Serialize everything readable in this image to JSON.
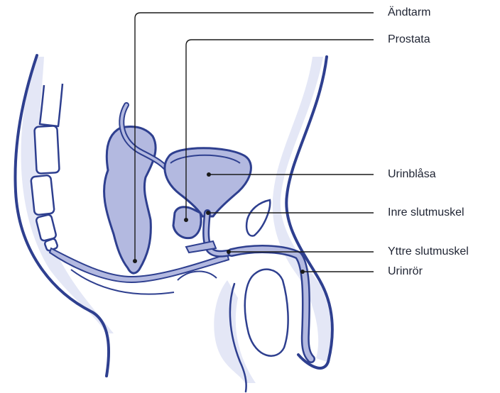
{
  "diagram": {
    "labels": {
      "rectum": "Ändtarm",
      "prostate": "Prostata",
      "bladder": "Urinblåsa",
      "inner_sphincter": "Inre slutmuskel",
      "outer_sphincter": "Yttre slutmuskel",
      "urethra": "Urinrör"
    },
    "colors": {
      "outline": "#2e3f8f",
      "organ_fill": "#b3b9e0",
      "body_shadow": "#e4e7f6",
      "leader_line": "#1a1a1a",
      "label_text": "#1f2433"
    }
  }
}
